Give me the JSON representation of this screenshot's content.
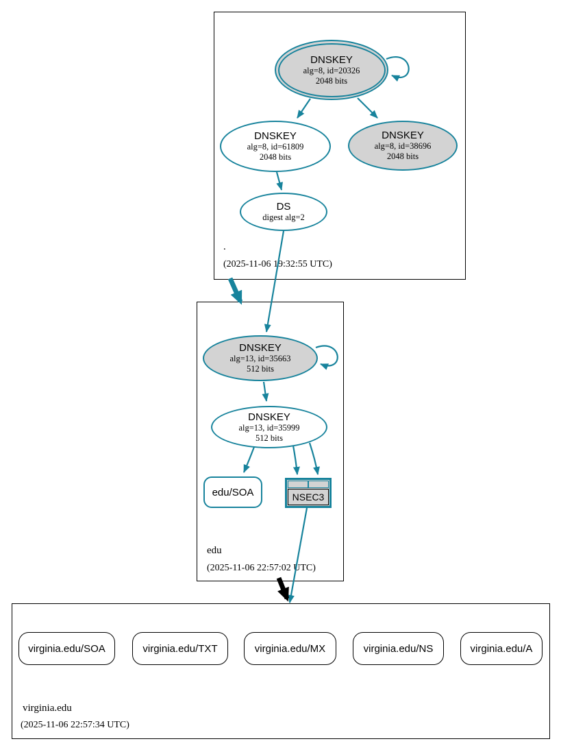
{
  "colors": {
    "teal": "#17839c",
    "node_fill_gray": "#d3d3d3",
    "box_border": "#000000",
    "background": "#ffffff"
  },
  "zones": {
    "root": {
      "label": ".",
      "timestamp": "(2025-11-06 19:32:55 UTC)",
      "ksk": {
        "title": "DNSKEY",
        "detail1": "alg=8, id=20326",
        "detail2": "2048 bits"
      },
      "zsk": {
        "title": "DNSKEY",
        "detail1": "alg=8, id=61809",
        "detail2": "2048 bits"
      },
      "key2": {
        "title": "DNSKEY",
        "detail1": "alg=8, id=38696",
        "detail2": "2048 bits"
      },
      "ds": {
        "title": "DS",
        "detail1": "digest alg=2"
      }
    },
    "edu": {
      "label": "edu",
      "timestamp": "(2025-11-06 22:57:02 UTC)",
      "ksk": {
        "title": "DNSKEY",
        "detail1": "alg=13, id=35663",
        "detail2": "512 bits"
      },
      "zsk": {
        "title": "DNSKEY",
        "detail1": "alg=13, id=35999",
        "detail2": "512 bits"
      },
      "soa": {
        "label": "edu/SOA"
      },
      "nsec3": {
        "label": "NSEC3"
      }
    },
    "virginia": {
      "label": "virginia.edu",
      "timestamp": "(2025-11-06 22:57:34 UTC)",
      "rrsets": [
        {
          "label": "virginia.edu/SOA"
        },
        {
          "label": "virginia.edu/TXT"
        },
        {
          "label": "virginia.edu/MX"
        },
        {
          "label": "virginia.edu/NS"
        },
        {
          "label": "virginia.edu/A"
        }
      ]
    }
  }
}
